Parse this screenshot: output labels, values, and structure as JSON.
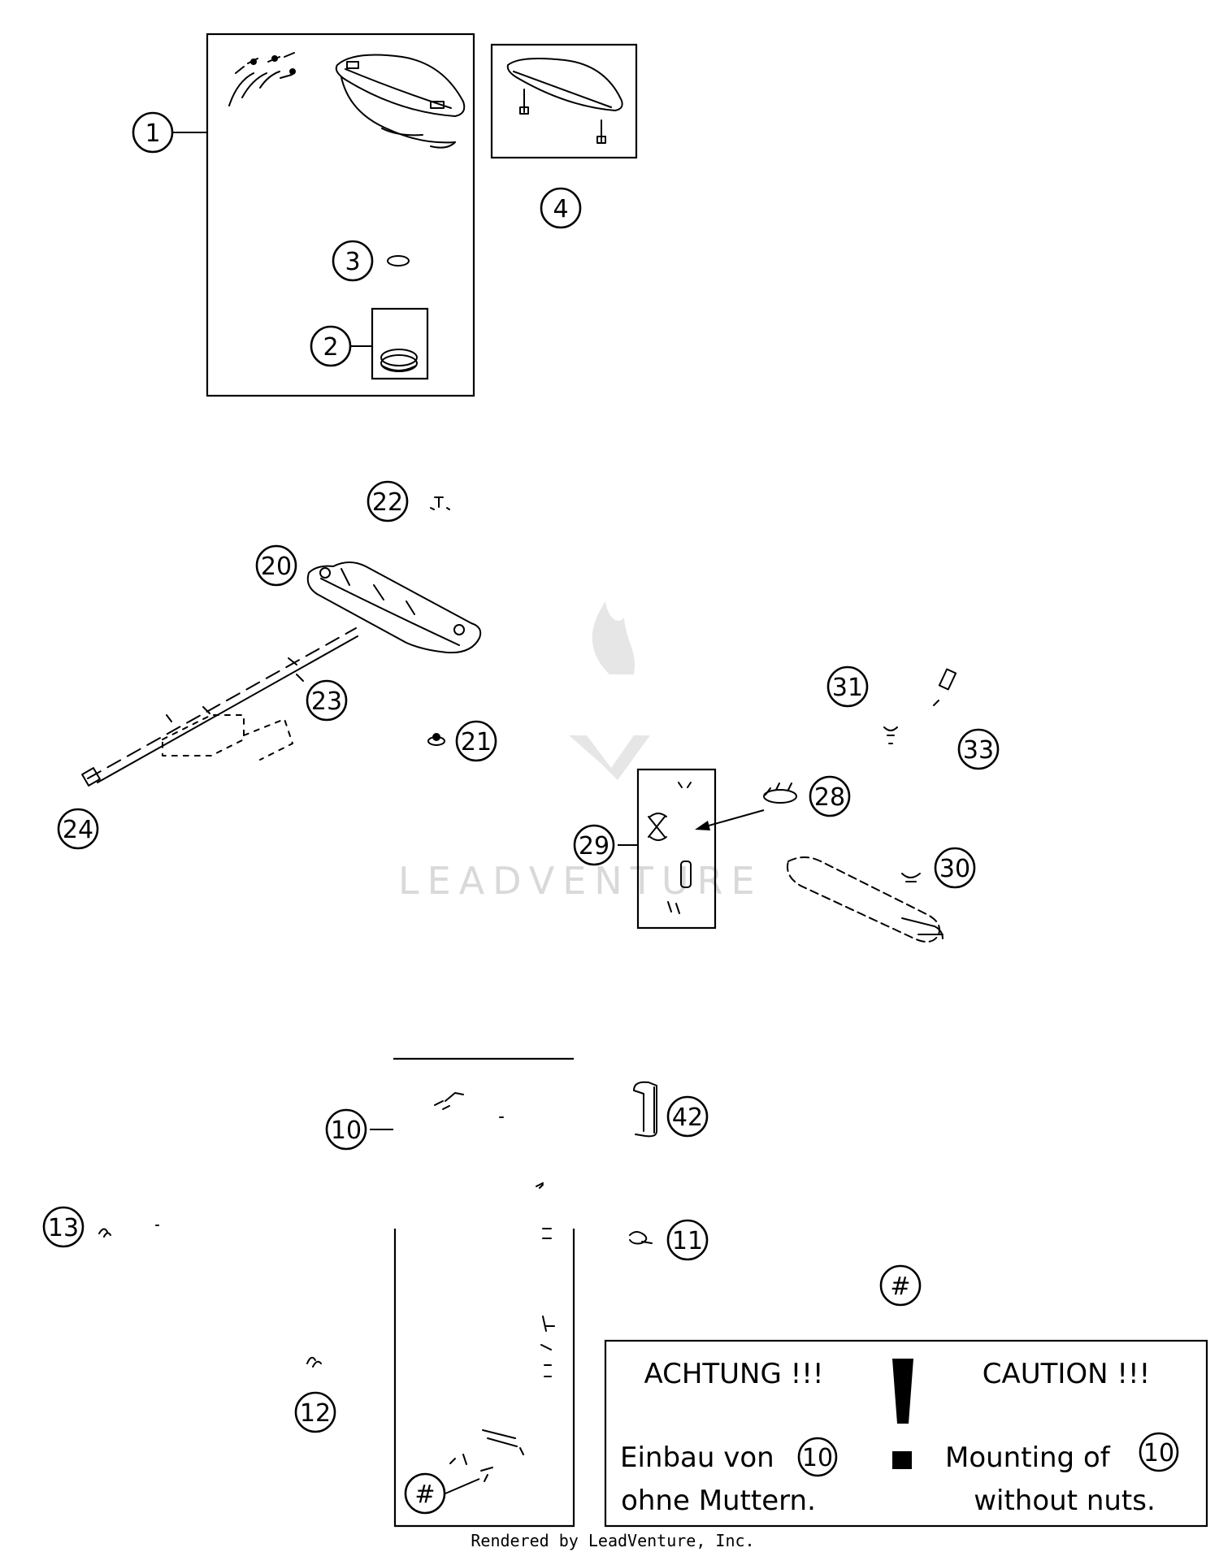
{
  "callouts": {
    "c1": "1",
    "c2": "2",
    "c3": "3",
    "c4": "4",
    "c10": "10",
    "c11": "11",
    "c12": "12",
    "c13": "13",
    "c20": "20",
    "c21": "21",
    "c22": "22",
    "c23": "23",
    "c24": "24",
    "c28": "28",
    "c29": "29",
    "c30": "30",
    "c31": "31",
    "c33": "33",
    "c42": "42",
    "hash_top": "#",
    "hash_bottom": "#"
  },
  "note": {
    "de_title": "ACHTUNG !!!",
    "de_line1": "Einbau von",
    "de_line2": "ohne Muttern.",
    "de_ref": "10",
    "en_title": "CAUTION !!!",
    "en_line1": "Mounting of",
    "en_line2": "without nuts.",
    "en_ref": "10"
  },
  "watermark": "LEADVENTURE",
  "footer": "Rendered by LeadVenture, Inc."
}
